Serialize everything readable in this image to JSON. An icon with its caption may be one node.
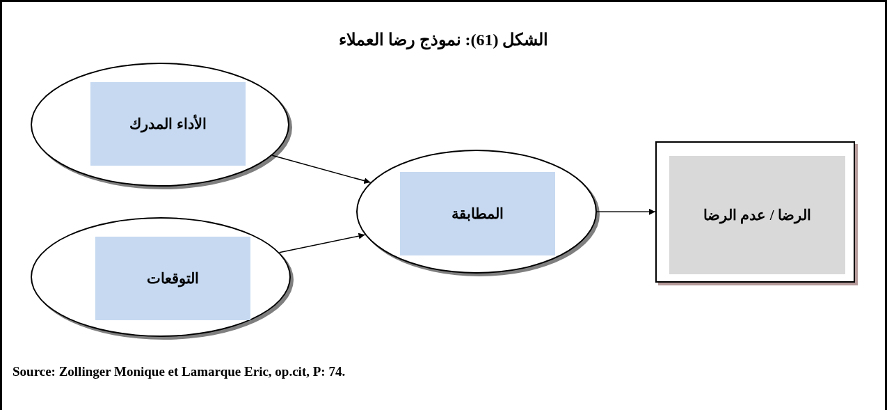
{
  "diagram": {
    "title": "الشكل (61): نموذج رضا العملاء",
    "caption": "Source: Zollinger Monique et Lamarque Eric, op.cit, P: 74.",
    "nodes": [
      {
        "text": [],
        "shape": "ellipse"
      },
      {
        "text": [
          "الأداء المدرك"
        ],
        "in": 0
      },
      {
        "text": [],
        "shape": "ellipse"
      },
      {
        "text": [
          "التوقعات"
        ],
        "in": 2
      },
      {
        "text": [],
        "shape": "ellipse"
      },
      {
        "text": [
          "المطابقة"
        ],
        "in": 4
      },
      {
        "text": [],
        "shape": "box"
      },
      {
        "text": [
          "الرضا / عدم الرضا"
        ],
        "in": 6
      }
    ],
    "edges": [
      {
        "from": 0,
        "to": 4,
        "arrow": "to"
      },
      {
        "from": 2,
        "to": 4,
        "arrow": "to"
      },
      {
        "from": 4,
        "to": 6,
        "arrow": "to"
      }
    ]
  }
}
